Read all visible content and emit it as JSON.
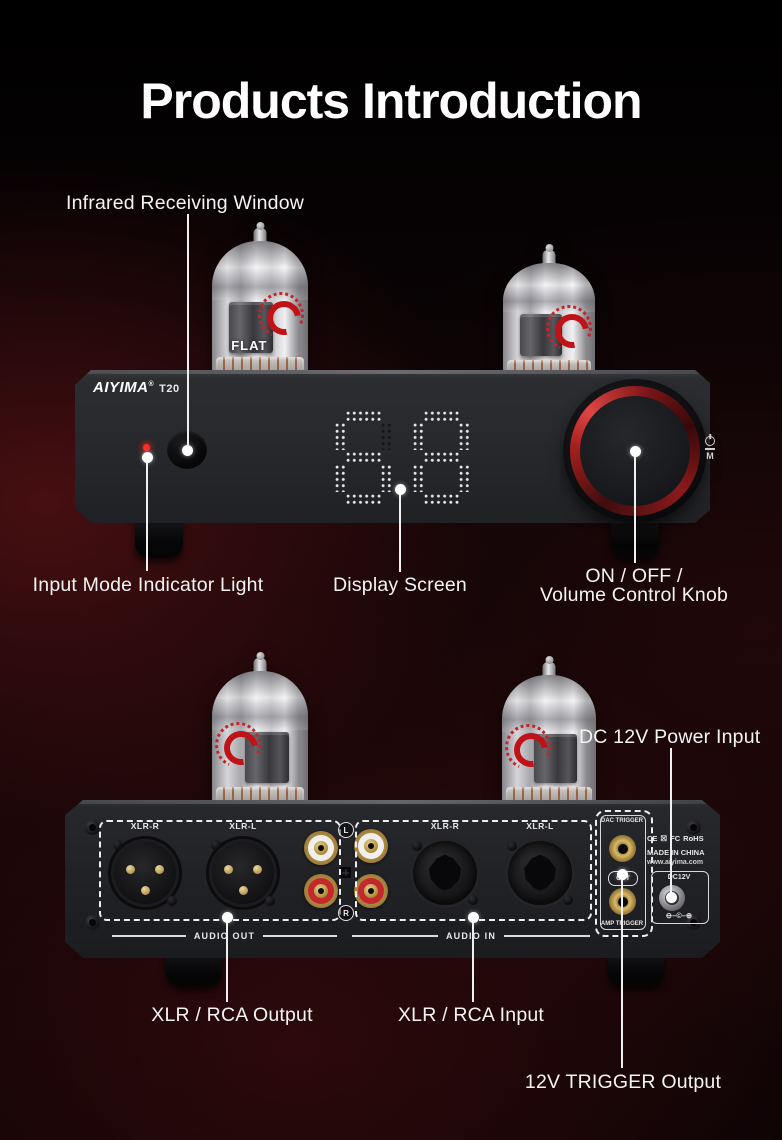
{
  "page": {
    "title": "Products Introduction"
  },
  "colors": {
    "accent_red": "#bf1318",
    "led_red": "#ff2a23",
    "panel_dark": "#26272a",
    "rca_white": "#f0efed",
    "rca_red": "#c4282c",
    "gold": "#c9a55a",
    "callout_white": "#f4f4f4"
  },
  "front_view": {
    "brand": "AIYIMA",
    "brand_reg": "®",
    "model": "T20",
    "tube_label": "FLAT",
    "display": {
      "value": "68",
      "digits": [
        {
          "lit": [
            "a",
            "c",
            "d",
            "e",
            "f",
            "g"
          ]
        },
        {
          "lit": [
            "a",
            "b",
            "c",
            "d",
            "e",
            "f",
            "g"
          ]
        }
      ]
    },
    "knob": {
      "mode_label": "M"
    },
    "callouts": {
      "ir_window": "Infrared Receiving Window",
      "indicator": "Input Mode Indicator Light",
      "display": "Display Screen",
      "knob_line1": "ON / OFF /",
      "knob_line2": "Volume Control Knob"
    }
  },
  "rear_view": {
    "output": {
      "xlr_right": "XLR-R",
      "xlr_left": "XLR-L",
      "caption": "AUDIO OUT"
    },
    "input": {
      "xlr_right": "XLR-R",
      "xlr_left": "XLR-L",
      "caption": "AUDIO IN"
    },
    "channels": {
      "top": "L",
      "bottom": "R"
    },
    "trigger": {
      "top_label": "DAC TRIGGER",
      "mid_label": "OUT",
      "bottom_label": "AMP TRIGGER"
    },
    "certs": {
      "ce": "CE",
      "weee": "☒",
      "fcc": "FC",
      "rohs": "RoHS",
      "made_in": "MADE IN CHINA",
      "website": "www.aiyima.com"
    },
    "dc": {
      "label": "DC12V",
      "polarity": "⊖–©–⊕"
    },
    "callouts": {
      "power": "DC 12V Power Input",
      "output": "XLR / RCA Output",
      "input": "XLR / RCA Input",
      "trigger": "12V TRIGGER Output"
    }
  }
}
